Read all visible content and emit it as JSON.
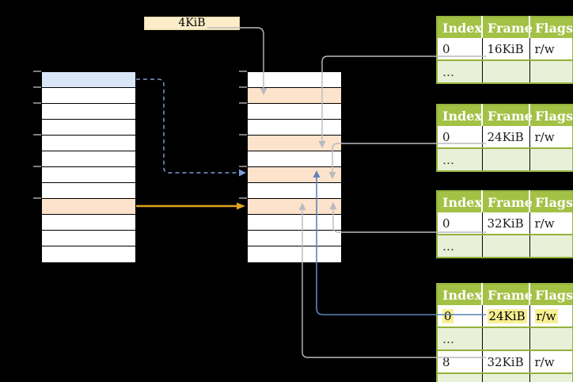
{
  "page_size_label": "4KiB",
  "colors": {
    "header_green": "#a3c145",
    "border_green": "#94b13c",
    "row_light_green": "#e9f0d8",
    "row_peach": "#fde3cb",
    "row_blue": "#d9e6f8",
    "label_cream": "#fbedc8",
    "yellow_highlight": "#f8ef92",
    "gray_line": "#b9b9c1",
    "blue_line": "#5c83bd",
    "dashed_blue_line": "#7a9cd1",
    "orange_line": "#e0a41f"
  },
  "left_memory_stack": {
    "row_fills": [
      "blue",
      "white",
      "white",
      "white",
      "white",
      "white",
      "white",
      "white",
      "peach",
      "white",
      "white",
      "white"
    ]
  },
  "middle_memory_stack": {
    "row_fills": [
      "white",
      "peach",
      "white",
      "white",
      "peach",
      "white",
      "peach",
      "white",
      "peach",
      "white",
      "white",
      "white"
    ]
  },
  "page_tables": [
    {
      "headers": [
        "Index",
        "Frame",
        "Flags"
      ],
      "rows": [
        [
          "0",
          "16KiB",
          "r/w"
        ],
        [
          "…",
          "",
          ""
        ]
      ]
    },
    {
      "headers": [
        "Index",
        "Frame",
        "Flags"
      ],
      "rows": [
        [
          "0",
          "24KiB",
          "r/w"
        ],
        [
          "…",
          "",
          ""
        ]
      ]
    },
    {
      "headers": [
        "Index",
        "Frame",
        "Flags"
      ],
      "rows": [
        [
          "0",
          "32KiB",
          "r/w"
        ],
        [
          "…",
          "",
          ""
        ]
      ]
    },
    {
      "headers": [
        "Index",
        "Frame",
        "Flags"
      ],
      "rows": [
        [
          "0",
          "24KiB",
          "r/w"
        ],
        [
          "…",
          "",
          ""
        ],
        [
          "8",
          "32KiB",
          "r/w"
        ],
        [
          "…",
          "",
          ""
        ]
      ]
    }
  ]
}
